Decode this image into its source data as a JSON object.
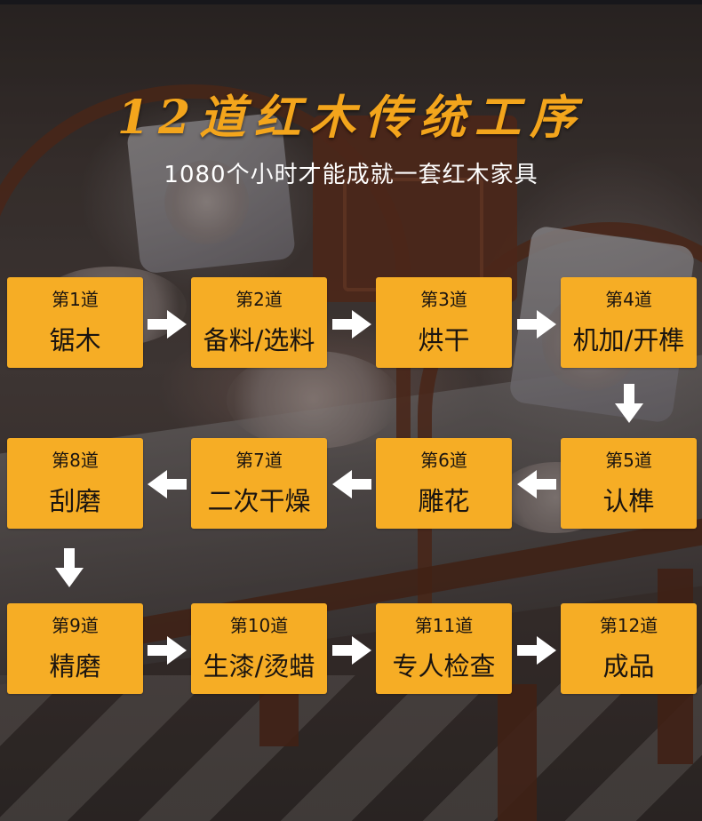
{
  "title": "12道红木传统工序",
  "subtitle": "1080个小时才能成就一套红木家具",
  "steps": [
    {
      "num": "第1道",
      "name": "锯木"
    },
    {
      "num": "第2道",
      "name": "备料/选料"
    },
    {
      "num": "第3道",
      "name": "烘干"
    },
    {
      "num": "第4道",
      "name": "机加/开榫"
    },
    {
      "num": "第5道",
      "name": "认榫"
    },
    {
      "num": "第6道",
      "name": "雕花"
    },
    {
      "num": "第7道",
      "name": "二次干燥"
    },
    {
      "num": "第8道",
      "name": "刮磨"
    },
    {
      "num": "第9道",
      "name": "精磨"
    },
    {
      "num": "第10道",
      "name": "生漆/烫蜡"
    },
    {
      "num": "第11道",
      "name": "专人检查"
    },
    {
      "num": "第12道",
      "name": "成品"
    }
  ],
  "arrows": [
    {
      "from": 1,
      "to": 2,
      "direction": "right"
    },
    {
      "from": 2,
      "to": 3,
      "direction": "right"
    },
    {
      "from": 3,
      "to": 4,
      "direction": "right"
    },
    {
      "from": 4,
      "to": 5,
      "direction": "down"
    },
    {
      "from": 5,
      "to": 6,
      "direction": "left"
    },
    {
      "from": 6,
      "to": 7,
      "direction": "left"
    },
    {
      "from": 7,
      "to": 8,
      "direction": "left"
    },
    {
      "from": 8,
      "to": 9,
      "direction": "down"
    },
    {
      "from": 9,
      "to": 10,
      "direction": "right"
    },
    {
      "from": 10,
      "to": 11,
      "direction": "right"
    },
    {
      "from": 11,
      "to": 12,
      "direction": "right"
    }
  ],
  "colors": {
    "accent": "#f6ad25",
    "title": "#f3a51c",
    "arrow": "#ffffff",
    "box_text": "#1a1410"
  }
}
